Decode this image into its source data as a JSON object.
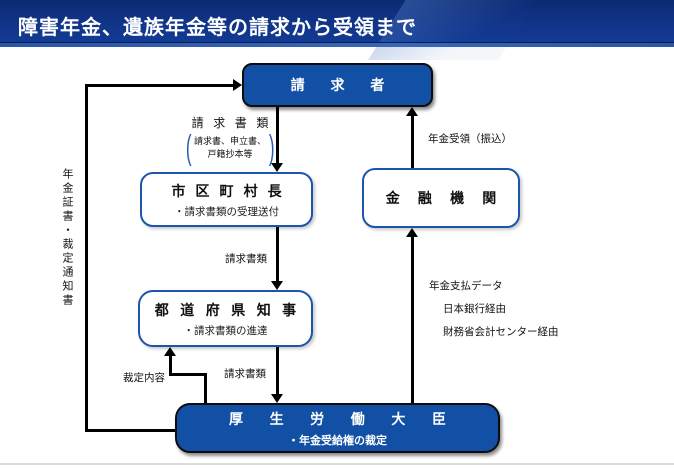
{
  "header": {
    "title": "障害年金、遺族年金等の請求から受領まで"
  },
  "nodes": {
    "claimant": {
      "label": "請求者"
    },
    "municipality": {
      "label": "市区町村長",
      "sub": "・請求書類の受理送付"
    },
    "prefecture": {
      "label": "都道府県知事",
      "sub": "・請求書類の進達"
    },
    "minister": {
      "label": "厚生労働大臣",
      "sub": "・年金受給権の裁定"
    },
    "bank": {
      "label": "金融機関"
    }
  },
  "labels": {
    "callout_title": "請求書類",
    "callout_note_line1": "請求書、申立書、",
    "callout_note_line2": "戸籍抄本等",
    "claim_docs_mid": "請求書類",
    "claim_docs_low": "請求書類",
    "ruling_content": "裁定内容",
    "pension_receipt": "年金受領（振込）",
    "payment_data": "年金支払データ",
    "via_boj": "日本銀行経由",
    "via_mof": "財務省会計センター経由",
    "certificate_notice": "年金証書・裁定通知書"
  },
  "colors": {
    "header_bg": "#11358a",
    "node_fill_dark": "#1150a5",
    "node_border_blue": "#1d55ad",
    "arrow": "#000000",
    "callout_paren": "#2a5bb0"
  }
}
